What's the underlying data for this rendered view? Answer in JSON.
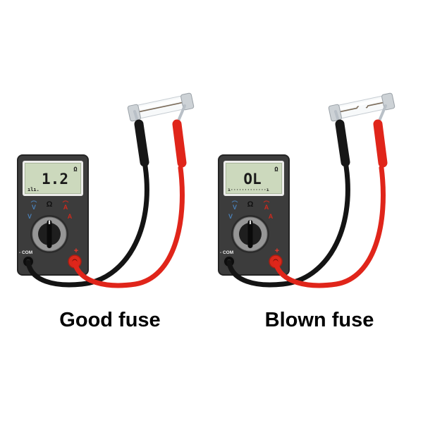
{
  "diagram": {
    "captions": [
      "Good fuse",
      "Blown fuse"
    ]
  },
  "meters": [
    {
      "reading": "1.2",
      "unit": "Ω",
      "bargraph": "ılı."
    },
    {
      "reading": "OL",
      "unit": "Ω",
      "bargraph": "ı·············ı"
    }
  ],
  "labels": {
    "com": "- COM",
    "plus": "+",
    "dial_ohm": "Ω",
    "dial_v_ac": "V",
    "dial_v_dc": "V",
    "dial_a_ac": "A",
    "dial_a_dc": "A"
  },
  "colors": {
    "meter_body": "#3c3c3c",
    "lcd_green": "#ccd9bd",
    "lead_black": "#141414",
    "lead_red": "#e0251a",
    "volt_blue": "#4a7fb5",
    "amp_red": "#cc2a1e"
  }
}
